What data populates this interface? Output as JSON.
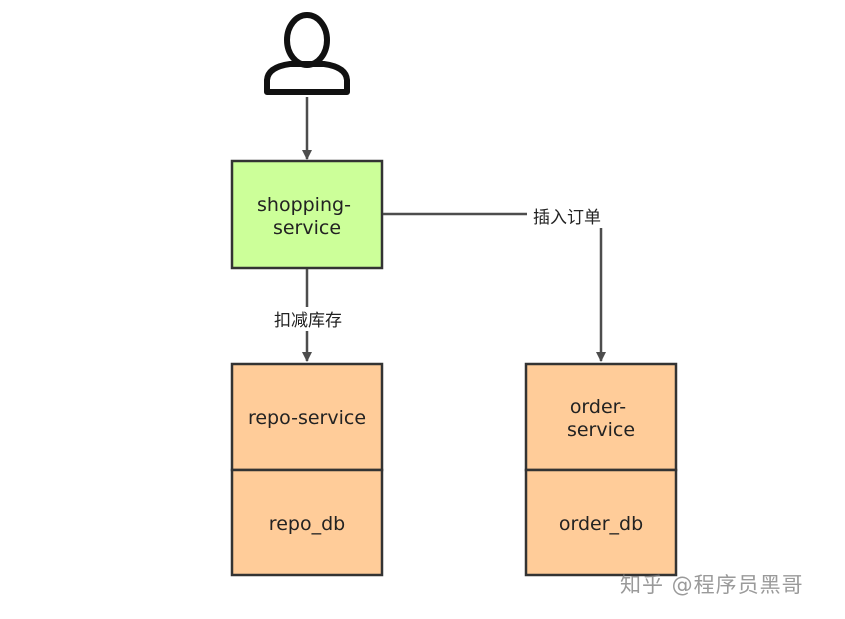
{
  "colors": {
    "green_fill": "#ccff99",
    "orange_fill": "#ffcc99",
    "stroke": "#333333",
    "line": "#4d4d4d"
  },
  "icons": {
    "user": "user-icon"
  },
  "nodes": {
    "shopping": {
      "line1": "shopping-",
      "line2": "service"
    },
    "repo_service": {
      "label": "repo-service"
    },
    "repo_db": {
      "label": "repo_db"
    },
    "order_service": {
      "line1": "order-",
      "line2": "service"
    },
    "order_db": {
      "label": "order_db"
    }
  },
  "edges": {
    "insert_order": "插入订单",
    "deduct_stock": "扣减库存"
  },
  "watermark": "知乎 @程序员黑哥"
}
